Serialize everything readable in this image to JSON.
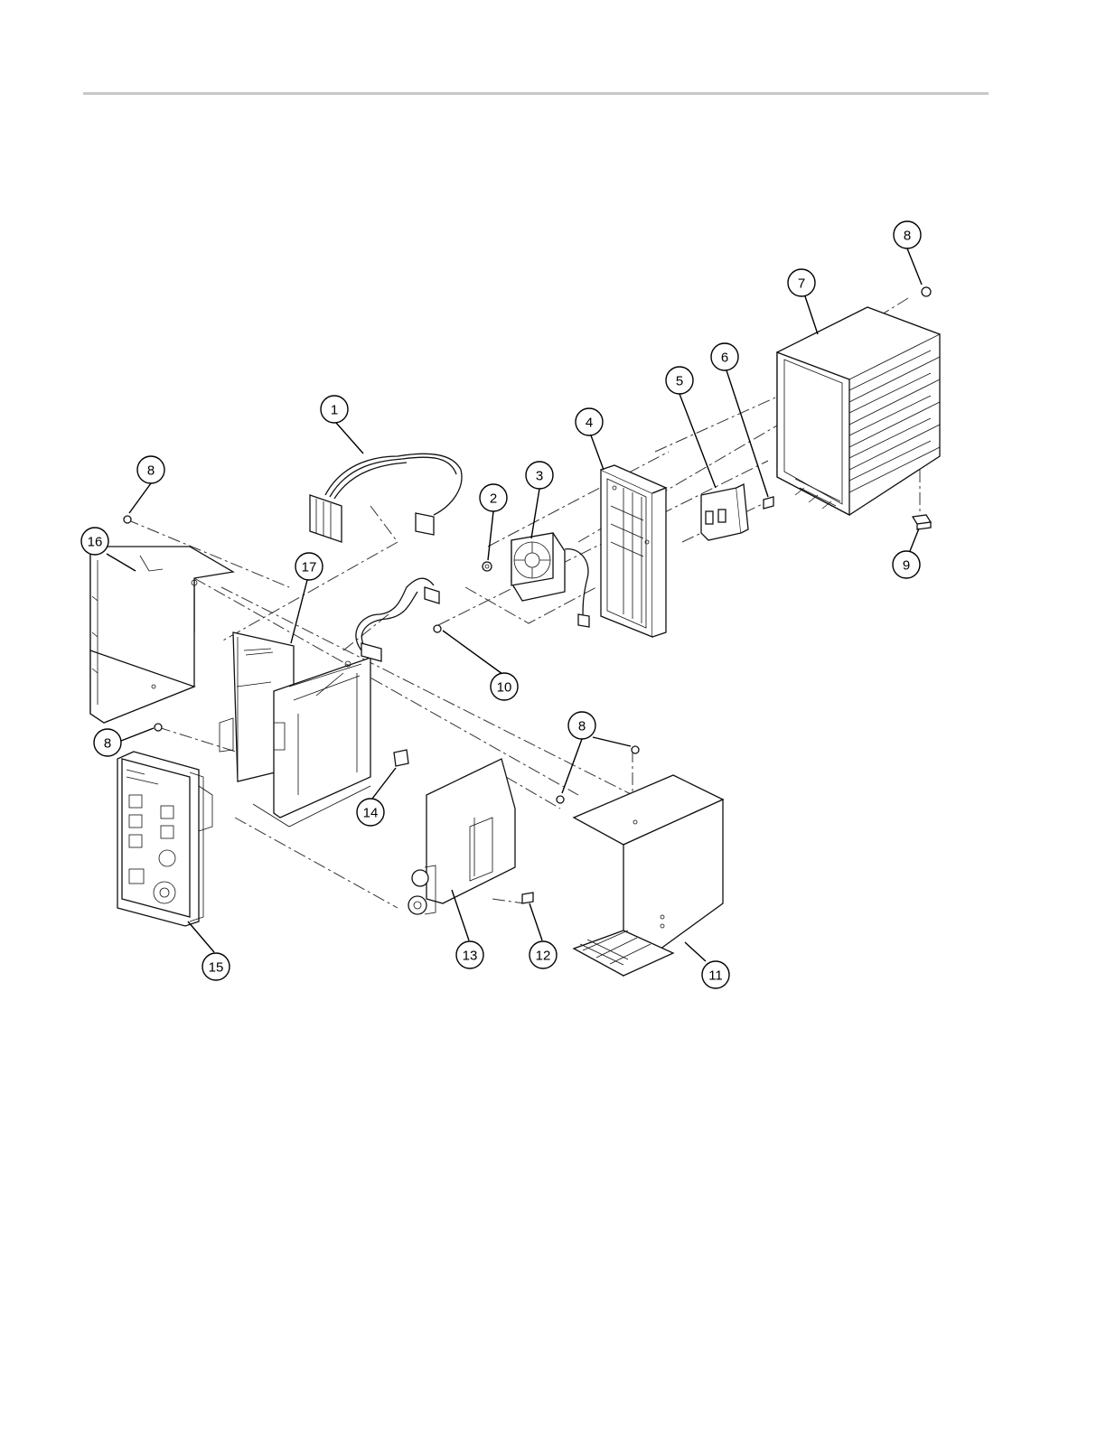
{
  "callouts": {
    "c1": "1",
    "c2": "2",
    "c3": "3",
    "c4": "4",
    "c5": "5",
    "c6": "6",
    "c7": "7",
    "c8a": "8",
    "c8b": "8",
    "c8c": "8",
    "c8d": "8",
    "c9": "9",
    "c10": "10",
    "c11": "11",
    "c12": "12",
    "c13": "13",
    "c14": "14",
    "c15": "15",
    "c16": "16",
    "c17": "17"
  }
}
